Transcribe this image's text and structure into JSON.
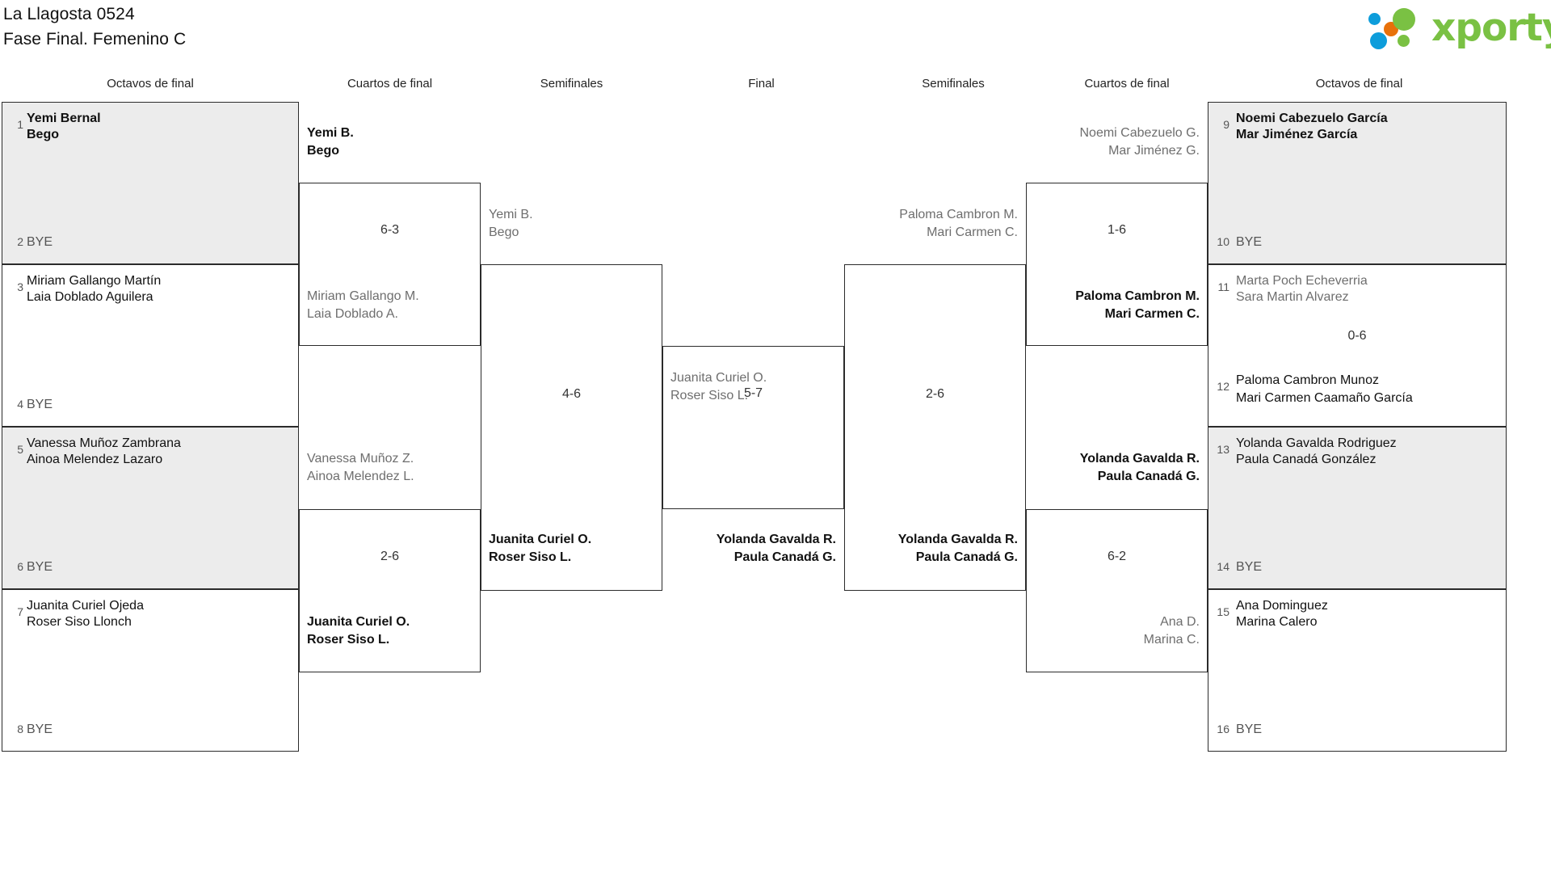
{
  "header": {
    "title_line1": "La Llagosta 0524",
    "title_line2": "Fase Final. Femenino C",
    "logo_text": "xporty",
    "logo_colors": {
      "green": "#7ac143",
      "blue": "#0d9ddb",
      "orange": "#e8710a"
    }
  },
  "round_headers": {
    "left_r16": "Octavos de final",
    "left_qf": "Cuartos de final",
    "left_sf": "Semifinales",
    "final": "Final",
    "right_sf": "Semifinales",
    "right_qf": "Cuartos de final",
    "right_r16": "Octavos de final"
  },
  "labels": {
    "bye": "BYE"
  },
  "left_r16": [
    {
      "seed": "1",
      "line1": "Yemi Bernal",
      "line2": "Bego"
    },
    {
      "seed": "2",
      "bye": "BYE"
    },
    {
      "seed": "3",
      "line1": "Miriam Gallango Martín",
      "line2": "Laia Doblado Aguilera"
    },
    {
      "seed": "4",
      "bye": "BYE"
    },
    {
      "seed": "5",
      "line1": "Vanessa Muñoz Zambrana",
      "line2": "Ainoa Melendez Lazaro"
    },
    {
      "seed": "6",
      "bye": "BYE"
    },
    {
      "seed": "7",
      "line1": "Juanita Curiel Ojeda",
      "line2": "Roser Siso Llonch"
    },
    {
      "seed": "8",
      "bye": "BYE"
    }
  ],
  "right_r16": [
    {
      "seed": "9",
      "line1": "Noemi Cabezuelo García",
      "line2": "Mar Jiménez García"
    },
    {
      "seed": "10",
      "bye": "BYE"
    },
    {
      "seed": "11",
      "line1": "Marta Poch Echeverria",
      "line2": "Sara Martin Alvarez"
    },
    {
      "seed": "12",
      "line1": "Paloma Cambron Munoz",
      "line2": "Mari Carmen Caamaño García"
    },
    {
      "seed": "13",
      "line1": "Yolanda Gavalda Rodriguez",
      "line2": "Paula Canadá González"
    },
    {
      "seed": "14",
      "bye": "BYE"
    },
    {
      "seed": "15",
      "line1": "Ana Dominguez",
      "line2": "Marina Calero"
    },
    {
      "seed": "16",
      "bye": "BYE"
    }
  ],
  "left_qf": {
    "m1": {
      "top_line1": "Yemi B.",
      "top_line2": "Bego",
      "top_winner": true,
      "bot_line1": "Miriam Gallango M.",
      "bot_line2": "Laia Doblado A.",
      "bot_winner": false,
      "score": "6-3"
    },
    "m2": {
      "top_line1": "Vanessa Muñoz Z.",
      "top_line2": "Ainoa Melendez L.",
      "top_winner": false,
      "bot_line1": "Juanita Curiel O.",
      "bot_line2": "Roser Siso L.",
      "bot_winner": true,
      "score": "2-6"
    }
  },
  "left_sf": {
    "top_line1": "Yemi B.",
    "top_line2": "Bego",
    "top_winner": false,
    "bot_line1": "Juanita Curiel O.",
    "bot_line2": "Roser Siso L.",
    "bot_winner": true,
    "score": "4-6"
  },
  "final": {
    "top_line1": "Juanita Curiel O.",
    "top_line2": "Roser Siso L.",
    "top_winner": false,
    "bot_line1": "Yolanda Gavalda R.",
    "bot_line2": "Paula Canadá G.",
    "bot_winner": true,
    "score": "5-7"
  },
  "right_sf": {
    "top_line1": "Paloma Cambron M.",
    "top_line2": "Mari Carmen C.",
    "top_winner": false,
    "bot_line1": "Yolanda Gavalda R.",
    "bot_line2": "Paula Canadá G.",
    "bot_winner": true,
    "score": "2-6"
  },
  "right_qf": {
    "m1": {
      "top_line1": "Noemi Cabezuelo G.",
      "top_line2": "Mar Jiménez G.",
      "top_winner": false,
      "bot_line1": "Paloma Cambron M.",
      "bot_line2": "Mari Carmen C.",
      "bot_winner": true,
      "score": "1-6"
    },
    "m2": {
      "top_line1": "Yolanda Gavalda R.",
      "top_line2": "Paula Canadá G.",
      "top_winner": true,
      "bot_line1": "Ana D.",
      "bot_line2": "Marina C.",
      "bot_winner": false,
      "score": "6-2"
    }
  },
  "right_r16_scores": {
    "m11_12": "0-6"
  }
}
